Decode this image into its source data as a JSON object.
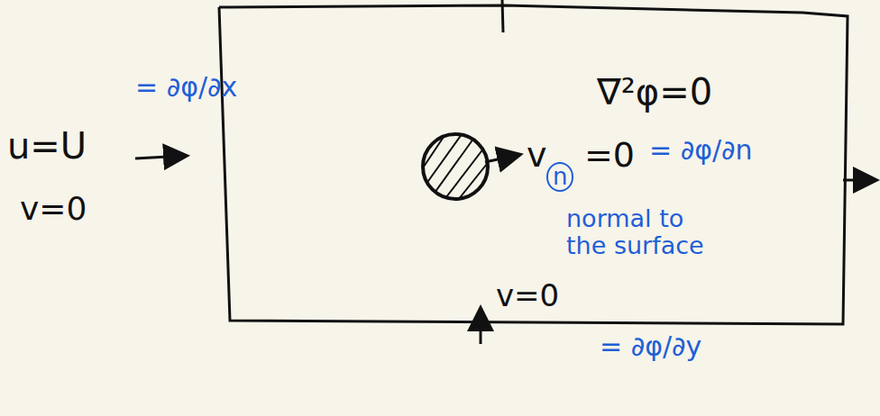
{
  "diagram": {
    "labels": [
      "u=U",
      "= ∂φ/∂x",
      "v=0",
      "∇²φ=0",
      "v",
      "n",
      "=0",
      "= ∂φ/∂n",
      "normal to the surface",
      "v=0",
      "= ∂φ/∂y"
    ]
  }
}
